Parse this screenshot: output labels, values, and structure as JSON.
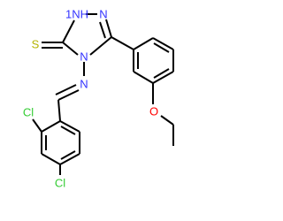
{
  "atoms": {
    "nh": "1NH",
    "n2": "N",
    "n4": "N",
    "s": "S",
    "o": "O",
    "n_imine": "N",
    "cl2": "Cl",
    "cl4": "Cl"
  },
  "colors": {
    "bond": "#000000",
    "nitrogen": "#3333ff",
    "sulfur": "#b3b300",
    "oxygen": "#ff0000",
    "chlorine": "#33cc33"
  }
}
